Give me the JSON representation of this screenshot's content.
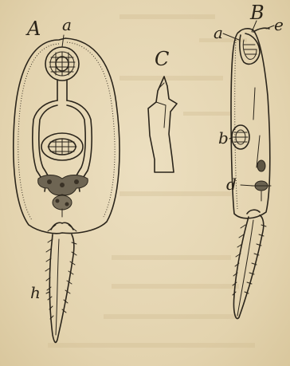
{
  "figure": {
    "labels": {
      "A": "A",
      "a_top": "a",
      "C": "C",
      "B": "B",
      "a_side": "a",
      "e": "e",
      "b": "b",
      "d": "d",
      "h": "h"
    }
  }
}
